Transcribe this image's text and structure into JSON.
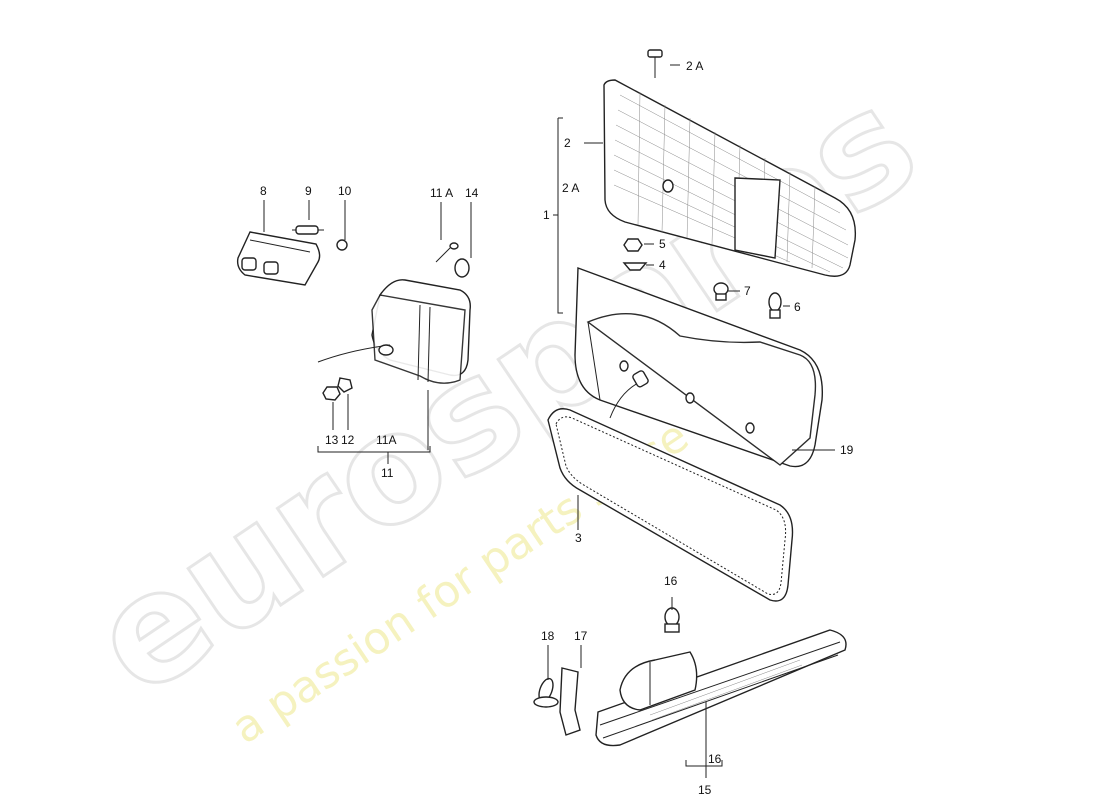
{
  "watermark": {
    "logo_text": "eurospares",
    "tagline": "a passion for parts since 1985",
    "logo_color": "#e6e6e6",
    "tagline_color": "#f4f0b4"
  },
  "callouts": {
    "c1": "1",
    "c2": "2",
    "c2a_top": "2 A",
    "c2a_side": "2 A",
    "c3": "3",
    "c4": "4",
    "c5": "5",
    "c6": "6",
    "c7": "7",
    "c8": "8",
    "c9": "9",
    "c10": "10",
    "c11": "11",
    "c11a_top": "11 A",
    "c11a_bottom": "11A",
    "c12": "12",
    "c13": "13",
    "c14": "14",
    "c15": "15",
    "c16_top": "16",
    "c16_bottom": "16",
    "c17": "17",
    "c18": "18",
    "c19": "19"
  }
}
